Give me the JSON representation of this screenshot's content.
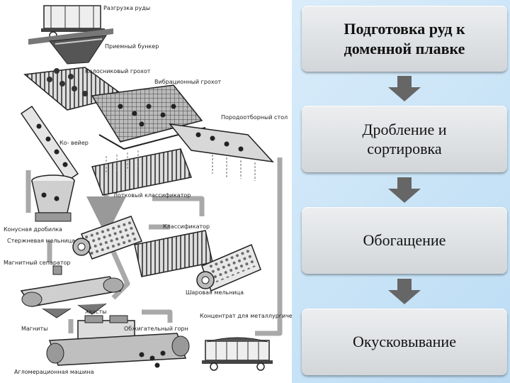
{
  "illustration": {
    "labels": {
      "ore_unloading": "Разгрузка руды",
      "receiving_bunker": "Приемный бункер",
      "bar_screen": "Колосниковый грохот",
      "vibrating_screen": "Вибрационный грохот",
      "picking_table": "Породоотборный стол",
      "conveyor": "Ко- вейер",
      "trough_classifier": "Лотковый классификатор",
      "cone_crusher": "Конусная дробилка",
      "rod_mill": "Стержневая мельница",
      "classifier": "Классификатор",
      "magnetic_separator": "Магнитный сепаратор",
      "ball_mill": "Шаровая мельница",
      "tailings": "Хвосты",
      "magnets": "Магниты",
      "roasting_furnace": "Обжигательный горн",
      "concentrate": "Концентрат для металлургического комбината",
      "sintering_machine": "Агломерационная машина"
    }
  },
  "flow": {
    "title_line1": "Подготовка руд к",
    "title_line2": "доменной плавке",
    "step1_line1": "Дробление и",
    "step1_line2": "сортировка",
    "step2": "Обогащение",
    "step3": "Окусковывание"
  },
  "colors": {
    "box_top": "#eceef0",
    "box_bottom": "#d3d6d9",
    "arrow": "#666666",
    "background": "#cfe7f8"
  }
}
